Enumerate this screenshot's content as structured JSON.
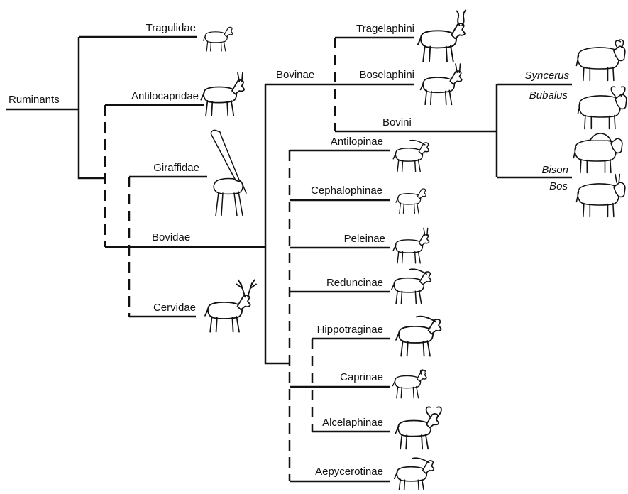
{
  "labels": {
    "ruminants": "Ruminants",
    "tragulidae": "Tragulidae",
    "antilocapridae": "Antilocapridae",
    "giraffidae": "Giraffidae",
    "bovidae": "Bovidae",
    "cervidae": "Cervidae",
    "bovinae": "Bovinae",
    "tragelaphini": "Tragelaphini",
    "boselaphini": "Boselaphini",
    "bovini": "Bovini",
    "antilopinae": "Antilopinae",
    "cephalophinae": "Cephalophinae",
    "peleinae": "Peleinae",
    "reduncinae": "Reduncinae",
    "hippotraginae": "Hippotraginae",
    "caprinae": "Caprinae",
    "alcelaphinae": "Alcelaphinae",
    "aepycerotinae": "Aepycerotinae",
    "syncerus": "Syncerus",
    "bubalus": "Bubalus",
    "bison": "Bison",
    "bos": "Bos"
  },
  "icons": [
    "chevrotain-icon",
    "pronghorn-icon",
    "giraffe-icon",
    "deer-icon",
    "bushbuck-icon",
    "nilgai-icon",
    "gazelle-icon",
    "duiker-icon",
    "rhebok-icon",
    "reedbuck-icon",
    "sable-icon",
    "sheep-icon",
    "wildebeest-icon",
    "impala-icon",
    "buffalo-icon",
    "water-buffalo-icon",
    "bison-icon",
    "cattle-icon"
  ]
}
